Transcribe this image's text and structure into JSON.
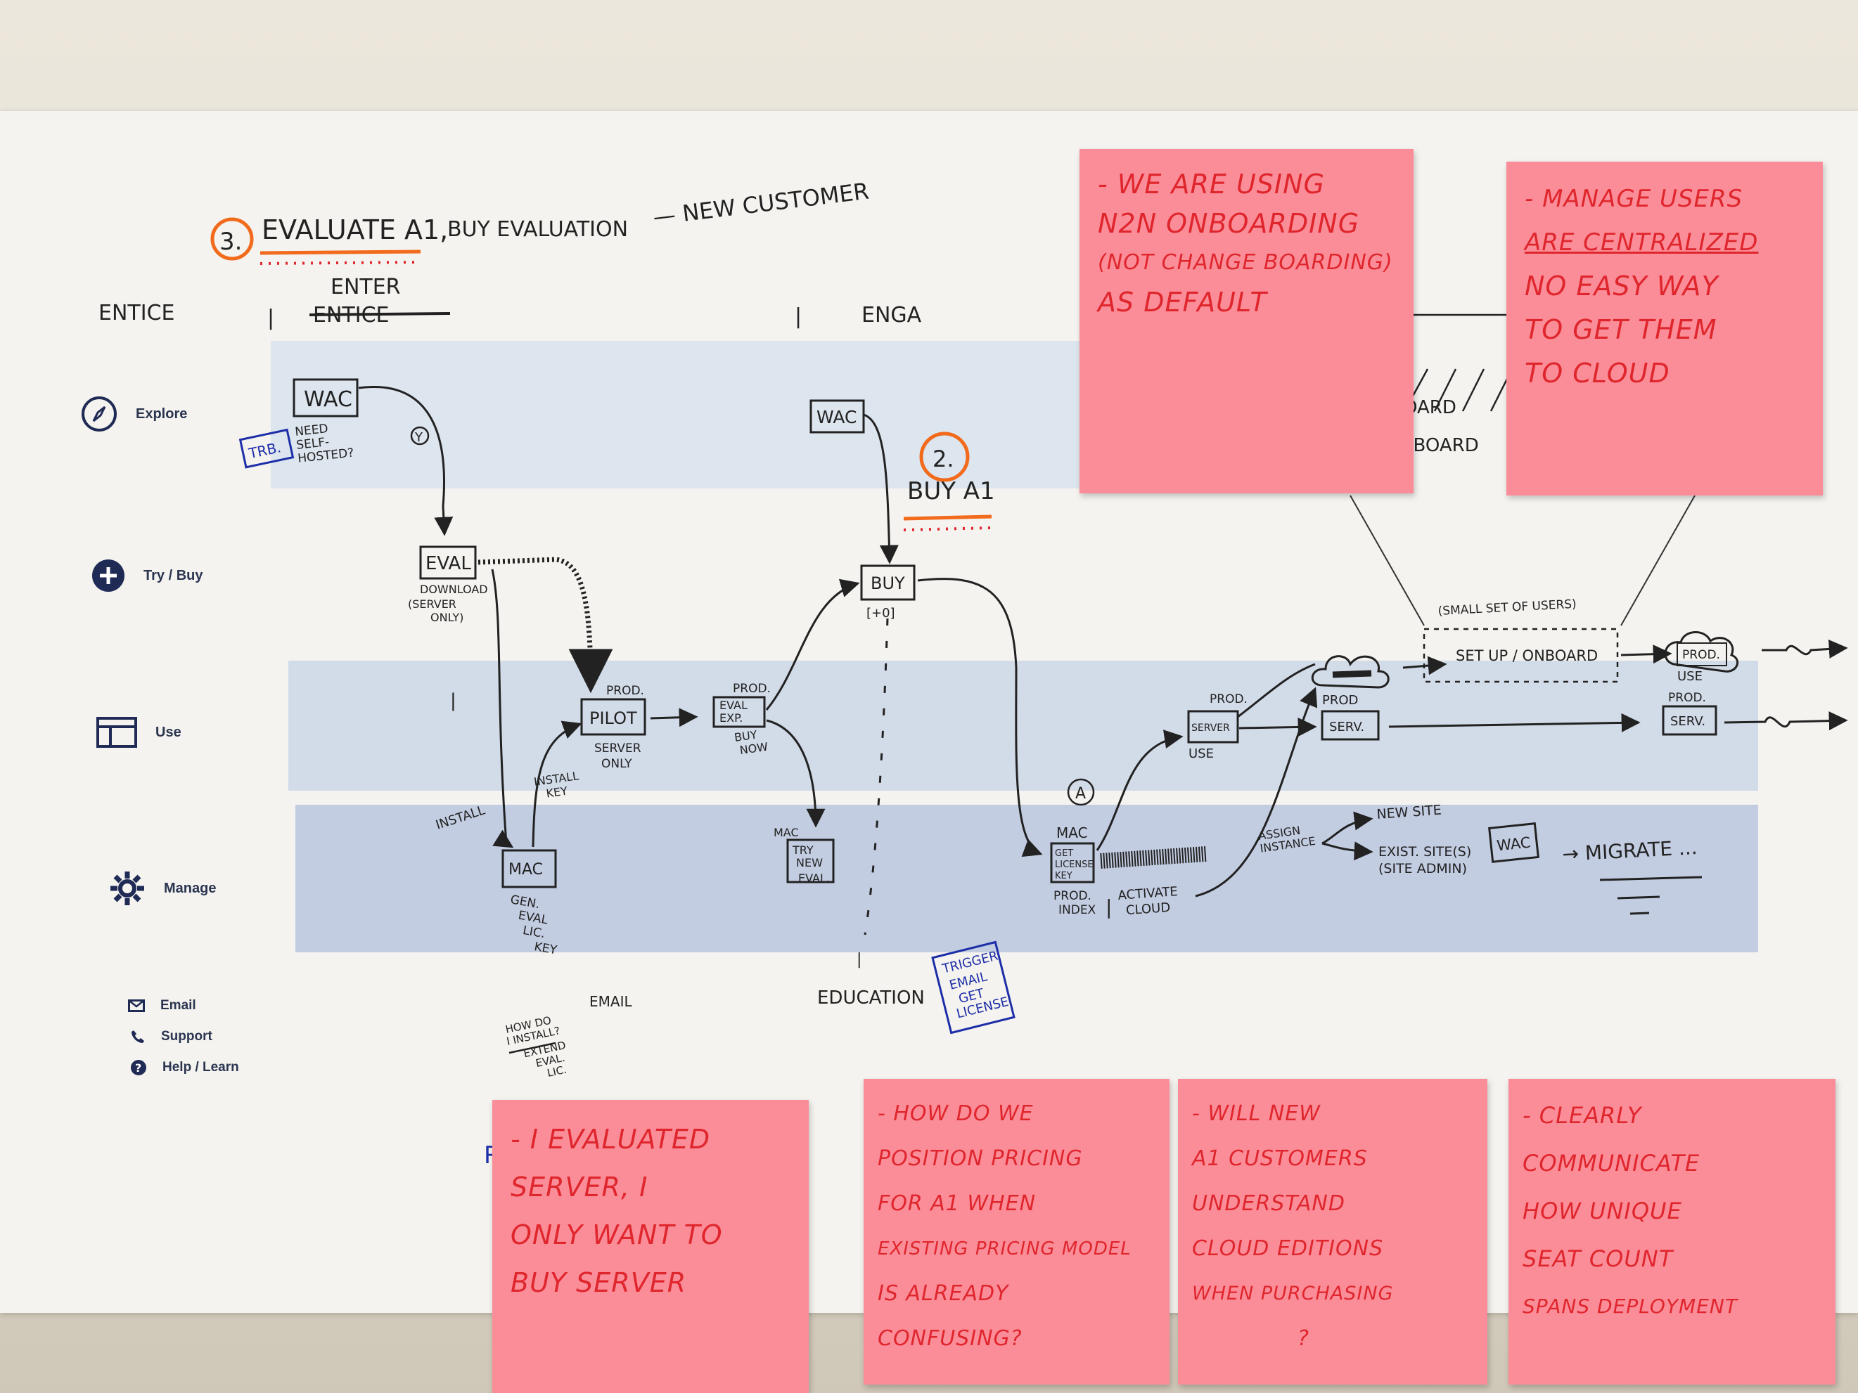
{
  "heading": {
    "number": "3.",
    "title": "EVALUATE A1,",
    "subtitle": "BUY EVALUATION",
    "customer": "— NEW CUSTOMER"
  },
  "stages": {
    "entice": "ENTICE",
    "enter": "ENTER",
    "enter_struck": "ENTICE",
    "engage": "ENGA"
  },
  "sidebar": {
    "explore": "Explore",
    "try_buy": "Try / Buy",
    "use": "Use",
    "manage": "Manage",
    "email": "Email",
    "support": "Support",
    "help": "Help / Learn"
  },
  "flow": {
    "wac1": "WAC",
    "trial": "TRB.",
    "need_self_hosted": [
      "NEED",
      "SELF-",
      "HOSTED?"
    ],
    "y_mark": "Y",
    "eval": "EVAL",
    "eval_note": [
      "DOWNLOAD",
      "(SERVER",
      "ONLY)"
    ],
    "install": "INSTALL",
    "install_key": [
      "INSTALL",
      "KEY"
    ],
    "mac1": "MAC",
    "mac1_note": [
      "GEN.",
      "EVAL",
      "LIC.",
      "KEY"
    ],
    "pilot": "PILOT",
    "pilot_tag": "PROD.",
    "pilot_note": [
      "SERVER",
      "ONLY"
    ],
    "eval_exp": [
      "EVAL",
      "EXP."
    ],
    "eval_exp_tag": "PROD.",
    "buy_now": [
      "BUY",
      "NOW"
    ],
    "try_new_eval": [
      "TRY",
      "NEW",
      "EVAL."
    ],
    "mac2_tag": "MAC",
    "wac2": "WAC",
    "buy_num": "2.",
    "buy_title": "BUY A1",
    "buy": "BUY",
    "buy_sub": "[+0]",
    "mac3": "MAC",
    "mac3_box": [
      "GET",
      "LICENSE",
      "KEY"
    ],
    "prod_index": [
      "PROD.",
      "INDEX"
    ],
    "a_mark": "A",
    "activate": [
      "ACTIVATE",
      "CLOUD"
    ],
    "server_use_tag": "PROD.",
    "server_box": "SERVER",
    "server_use": "USE",
    "prod_tag": "PROD",
    "serv_box": "SERV.",
    "small_set": "(SMALL SET OF USERS)",
    "setup": "SET UP / ONBOARD",
    "prod_use_box": "PROD.",
    "prod_use": "USE",
    "prod_serv_tag": "PROD.",
    "prod_serv_box": "SERV.",
    "assign_instance": [
      "ASSIGN",
      "INSTANCE"
    ],
    "new_site": "NEW SITE",
    "exist_site": [
      "EXIST. SITE(S)",
      "(SITE ADMIN)"
    ],
    "wac3": "WAC",
    "migrate": "→ MIGRATE ...",
    "email": "EMAIL",
    "how_install": [
      "HOW DO",
      "I INSTALL?",
      "EXTEND",
      "EVAL.",
      "LIC."
    ],
    "education": "EDUCATION",
    "trigger": [
      "TRIGGER",
      "EMAIL",
      "GET",
      "LICENSE"
    ],
    "board_frag": [
      "OARD",
      "NBOARD"
    ],
    "r_frag": "R"
  },
  "stickies": {
    "n2n": [
      "- WE ARE USING",
      "N2N ONBOARDING",
      "(NOT CHANGE BOARDING)",
      "AS DEFAULT"
    ],
    "manage_users": [
      "- MANAGE USERS",
      "ARE CENTRALIZED",
      "NO EASY WAY",
      "TO GET THEM",
      "TO CLOUD"
    ],
    "evaluated": [
      "- I EVALUATED",
      "SERVER, I",
      "ONLY WANT TO",
      "BUY SERVER"
    ],
    "pricing": [
      "- HOW DO WE",
      "POSITION PRICING",
      "FOR A1 WHEN",
      "EXISTING PRICING MODEL",
      "IS ALREADY",
      "CONFUSING?"
    ],
    "understand": [
      "- WILL NEW",
      "A1 CUSTOMERS",
      "UNDERSTAND",
      "CLOUD EDITIONS",
      "WHEN PURCHASING",
      "?"
    ],
    "communicate": [
      "- CLEARLY",
      "COMMUNICATE",
      "HOW UNIQUE",
      "SEAT COUNT",
      "SPANS DEPLOYMENT"
    ]
  },
  "colors": {
    "wall": "#e9e4d8",
    "paper": "#f4f3ef",
    "band_light": "#dde5ee",
    "band_mid": "#d2dbe8",
    "band_dark": "#c3cde2",
    "sticky": "#fb8d99",
    "marker_red": "#e0262d",
    "marker_orange": "#f26a1b",
    "pen_blue": "#1d2ea8",
    "ink": "#222222"
  }
}
